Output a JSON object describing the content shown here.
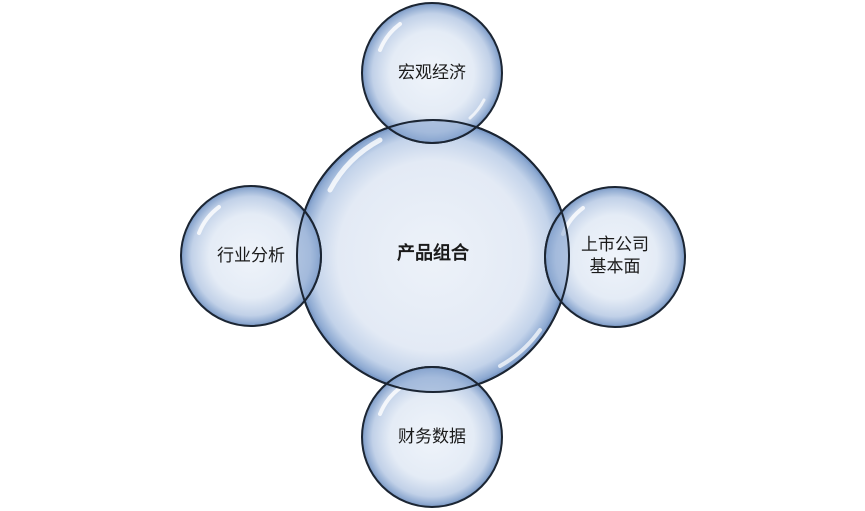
{
  "diagram": {
    "type": "venn-bubble",
    "center": {
      "label": "产品组合"
    },
    "satellites": [
      {
        "position": "top",
        "label": "宏观经济"
      },
      {
        "position": "left",
        "label": "行业分析"
      },
      {
        "position": "right",
        "label": "上市公司\n基本面"
      },
      {
        "position": "bottom",
        "label": "财务数据"
      }
    ]
  },
  "colors": {
    "fill_light": "#e8eef7",
    "fill_mid": "#b8cbe4",
    "fill_dark": "#7a9cc8",
    "stroke": "#1b2533",
    "overlap": "#9db6d8"
  }
}
